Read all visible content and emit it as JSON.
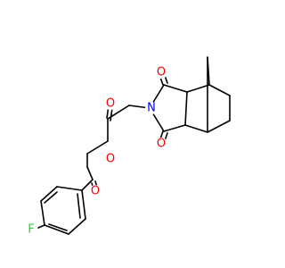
{
  "atoms": {
    "oxygen_symbol": "O",
    "nitrogen_symbol": "N",
    "fluorine_symbol": "F"
  },
  "colors": {
    "bond": "#000000",
    "oxygen": "#ff0000",
    "nitrogen": "#0000ff",
    "fluorine": "#33cc33",
    "background": "#ffffff"
  }
}
